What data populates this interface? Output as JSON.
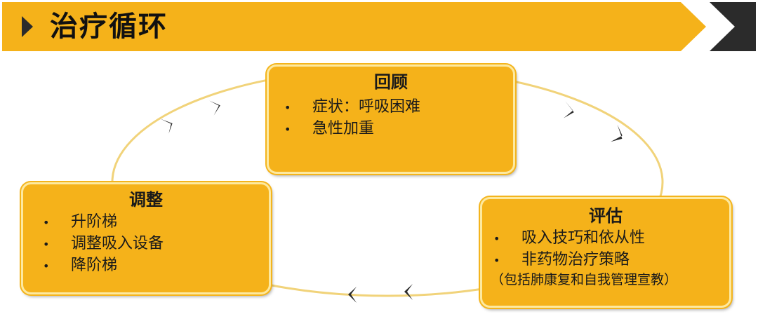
{
  "header": {
    "title": "治疗循环"
  },
  "boxes": {
    "review": {
      "title": "回顾",
      "items": [
        "症状：呼吸困难",
        "急性加重"
      ]
    },
    "adjust": {
      "title": "调整",
      "items": [
        "升阶梯",
        "调整吸入设备",
        "降阶梯"
      ]
    },
    "assess": {
      "title": "评估",
      "items": [
        "吸入技巧和依从性",
        "非药物治疗策略"
      ],
      "note": "（包括肺康复和自我管理宣教）"
    }
  },
  "colors": {
    "accent": "#f5b21a",
    "dark": "#2b2b2b",
    "ring": "#f1d37a"
  }
}
